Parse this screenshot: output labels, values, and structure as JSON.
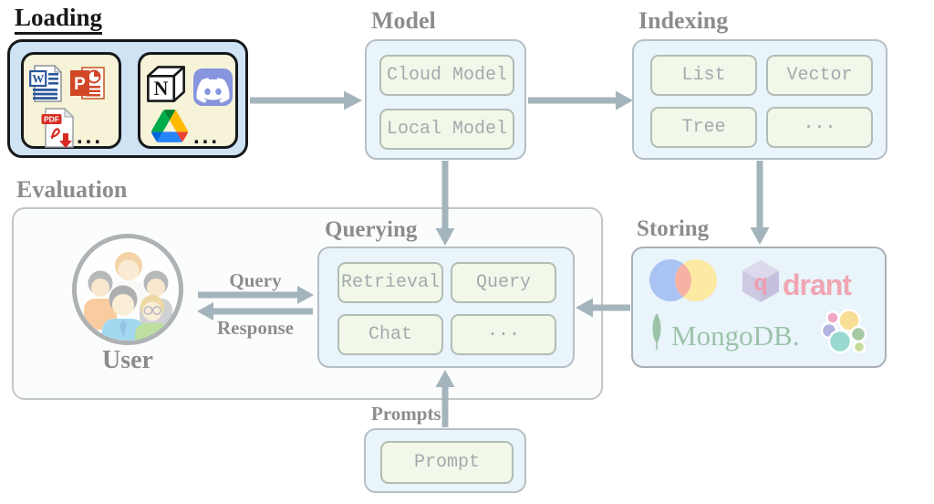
{
  "colors": {
    "canvas_bg": "#ffffff",
    "loading_box_fill": "#cfe3f4",
    "loading_inner_fill": "#f6f3d8",
    "loading_border": "#16181a",
    "stage_box_fill": "#d3e8f6",
    "stage_box_border": "#6b7e88",
    "cell_fill": "#e3f1d3",
    "cell_border": "#657969",
    "cell_text": "#45555d",
    "title_ink": "#16181a",
    "arrow": "#496979",
    "evaluation_fill": "#f7f8f8",
    "qdrant_pink": "#e14d65",
    "mongodb_green": "#398753"
  },
  "sections": {
    "loading": {
      "title": "Loading",
      "ellipsis": "...",
      "word_letter": "W",
      "powerpoint_letter": "P",
      "pdf_label": "PDF",
      "notion_letter": "N"
    },
    "model": {
      "title": "Model",
      "items": [
        "Cloud Model",
        "Local Model"
      ]
    },
    "indexing": {
      "title": "Indexing",
      "items": [
        "List",
        "Vector",
        "Tree",
        "···"
      ]
    },
    "evaluation": {
      "title": "Evaluation",
      "user_label": "User",
      "query_arrow_label": "Query",
      "response_arrow_label": "Response"
    },
    "querying": {
      "title": "Querying",
      "items": [
        "Retrieval",
        "Query",
        "Chat",
        "···"
      ]
    },
    "storing": {
      "title": "Storing",
      "qdrant_q": "q",
      "qdrant_suffix": "drant",
      "mongodb_wordmark": "MongoDB."
    },
    "prompts": {
      "title": "Prompts",
      "item": "Prompt"
    }
  }
}
